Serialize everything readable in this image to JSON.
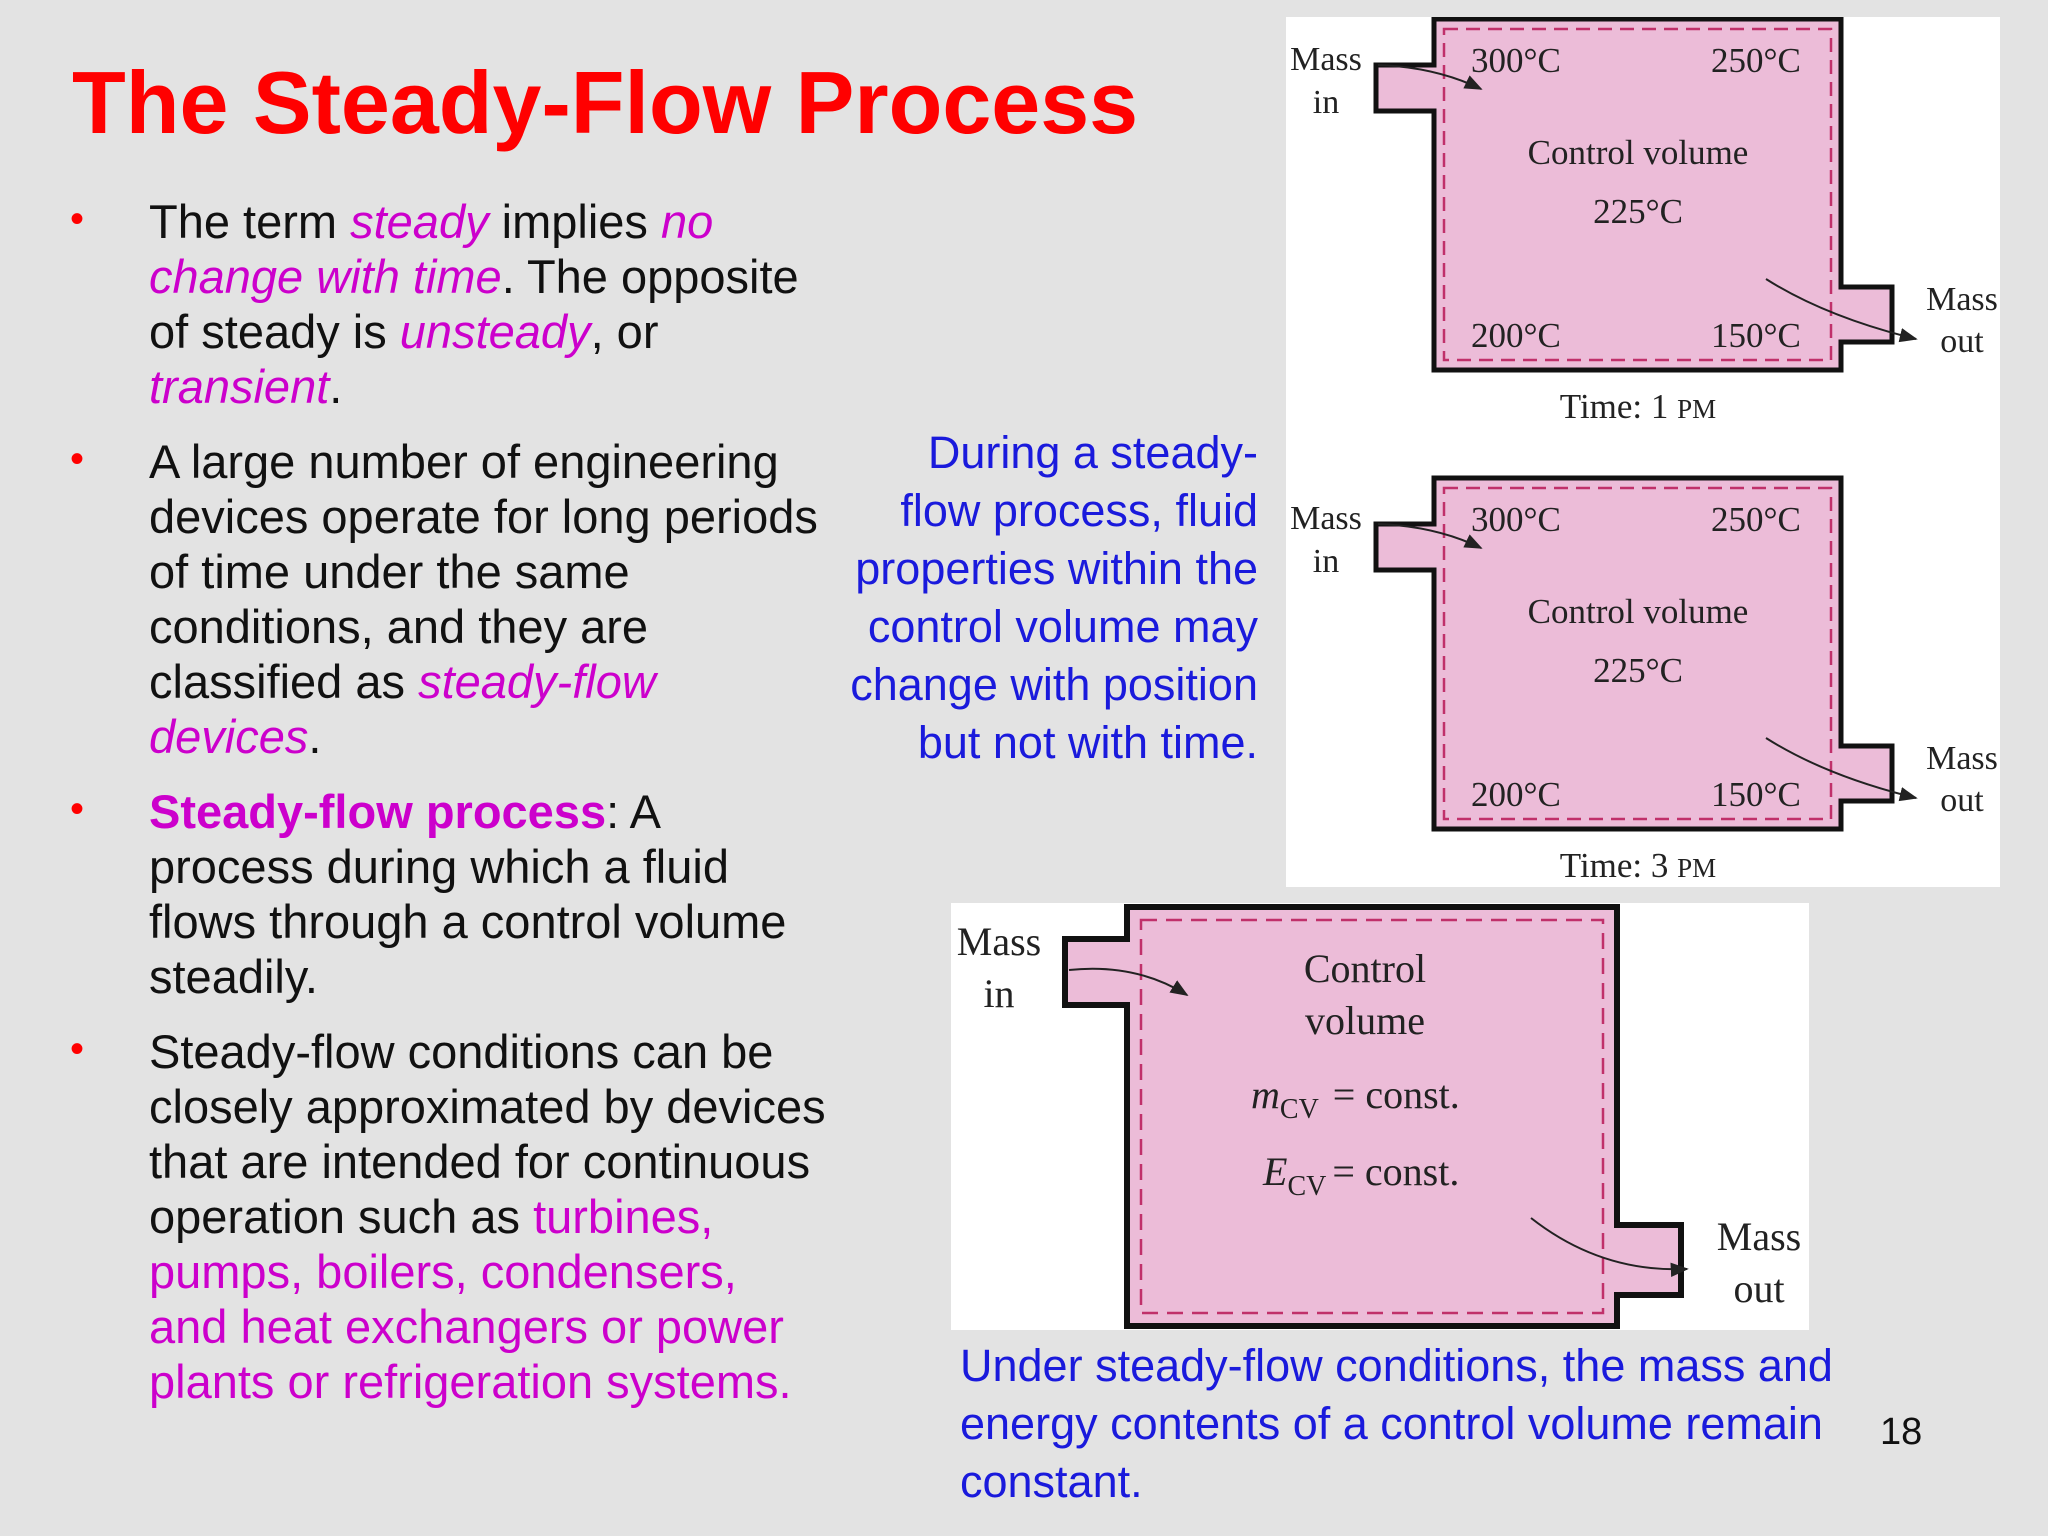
{
  "title": "The Steady-Flow Process",
  "bullets": [
    {
      "parts": [
        {
          "text": "The term ",
          "style": "normal"
        },
        {
          "text": "steady",
          "style": "italic-magenta"
        },
        {
          "text": " implies ",
          "style": "normal"
        },
        {
          "text": "no change with time",
          "style": "italic-magenta"
        },
        {
          "text": ". The opposite of steady is ",
          "style": "normal"
        },
        {
          "text": "unsteady",
          "style": "italic-magenta"
        },
        {
          "text": ", or ",
          "style": "normal"
        },
        {
          "text": "transient",
          "style": "italic-magenta"
        },
        {
          "text": ".",
          "style": "normal"
        }
      ]
    },
    {
      "parts": [
        {
          "text": "A large number of engineering devices operate for long periods of time under the same conditions, and they are classified as ",
          "style": "normal"
        },
        {
          "text": "steady-flow devices",
          "style": "italic-magenta"
        },
        {
          "text": ".",
          "style": "normal"
        }
      ]
    },
    {
      "parts": [
        {
          "text": "Steady-flow process",
          "style": "bold-magenta"
        },
        {
          "text": ": A process during which a fluid flows through a control volume steadily.",
          "style": "normal"
        }
      ]
    },
    {
      "parts": [
        {
          "text": "Steady-flow conditions can be closely approximated by devices that are intended for continuous operation such as ",
          "style": "normal"
        },
        {
          "text": "turbines, pumps, boilers, condensers, and heat exchangers or power plants or refrigeration systems.",
          "style": "magenta"
        }
      ]
    }
  ],
  "caption_right": "During a steady-flow process, fluid properties within the control volume may change with position but not with time.",
  "caption_bottom": "Under steady-flow conditions, the mass and energy contents of a control volume remain constant.",
  "page_number": "18",
  "figure_top": {
    "panels": [
      {
        "mass_in_1": "Mass",
        "mass_in_2": "in",
        "mass_out_1": "Mass",
        "mass_out_2": "out",
        "t_top_left": "300°C",
        "t_top_right": "250°C",
        "cv_label": "Control volume",
        "t_center": "225°C",
        "t_bottom_left": "200°C",
        "t_bottom_right": "150°C",
        "time_prefix": "Time: 1 ",
        "time_suffix": "PM"
      },
      {
        "mass_in_1": "Mass",
        "mass_in_2": "in",
        "mass_out_1": "Mass",
        "mass_out_2": "out",
        "t_top_left": "300°C",
        "t_top_right": "250°C",
        "cv_label": "Control volume",
        "t_center": "225°C",
        "t_bottom_left": "200°C",
        "t_bottom_right": "150°C",
        "time_prefix": "Time: 3 ",
        "time_suffix": "PM"
      }
    ],
    "colors": {
      "fill": "#ecbcd8",
      "dash": "#c0306a",
      "wall": "#111111"
    }
  },
  "figure_bottom": {
    "mass_in_1": "Mass",
    "mass_in_2": "in",
    "mass_out_1": "Mass",
    "mass_out_2": "out",
    "cv_line1": "Control",
    "cv_line2": "volume",
    "mass_symbol": "m",
    "mass_subscript": "CV",
    "mass_rhs": "= const.",
    "energy_symbol": "E",
    "energy_subscript": "CV",
    "energy_rhs": "= const."
  }
}
